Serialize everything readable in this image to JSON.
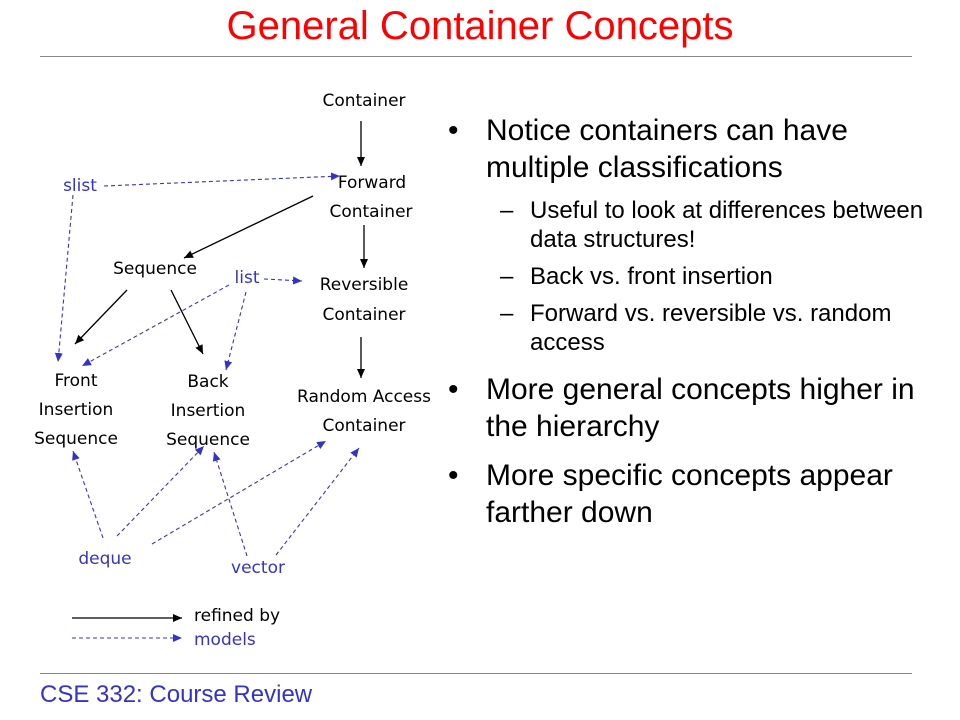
{
  "slide": {
    "title": "General Container Concepts",
    "footer": "CSE 332: Course Review"
  },
  "diagram": {
    "nodes": {
      "container": "Container",
      "forward_1": "Forward",
      "forward_2": "Container",
      "sequence": "Sequence",
      "reversible_1": "Reversible",
      "reversible_2": "Container",
      "front_1": "Front",
      "front_2": "Insertion",
      "front_3": "Sequence",
      "back_1": "Back",
      "back_2": "Insertion",
      "back_3": "Sequence",
      "random_1": "Random Access",
      "random_2": "Container"
    },
    "models": {
      "slist": "slist",
      "list": "list",
      "deque": "deque",
      "vector": "vector"
    },
    "legend": {
      "refined_by": "refined by",
      "models": "models"
    },
    "colors": {
      "refined_arrow": "#000000",
      "model_arrow": "#3333cc"
    }
  },
  "bullets": {
    "b1": "Notice containers can have multiple classifications",
    "b1_subs": [
      "Useful to look at differences between data structures!",
      "Back vs. front insertion",
      "Forward vs. reversible vs. random access"
    ],
    "b2": "More general concepts higher in the hierarchy",
    "b3": "More specific concepts appear farther down"
  },
  "colors": {
    "title": "#ff0000",
    "footer": "#3333cc",
    "rule": "#888888"
  }
}
